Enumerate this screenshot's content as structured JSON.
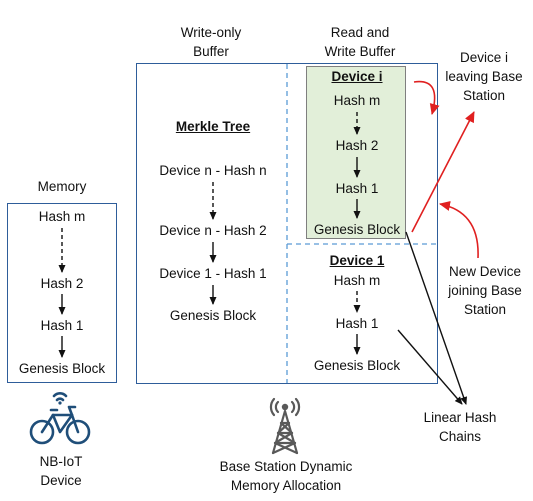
{
  "memory": {
    "label": "Memory",
    "chain": [
      "Hash m",
      "Hash 2",
      "Hash 1",
      "Genesis Block"
    ]
  },
  "device": {
    "label_line1": "NB-IoT",
    "label_line2": "Device",
    "icon": "bicycle-wifi-icon"
  },
  "base_station": {
    "label_line1": "Base Station Dynamic",
    "label_line2": "Memory Allocation",
    "icon": "cell-tower-icon",
    "write_only_buffer": {
      "label_line1": "Write-only",
      "label_line2": "Buffer",
      "merkle_tree": {
        "title": "Merkle Tree",
        "entries": [
          "Device n -  Hash n",
          "Device n -  Hash 2",
          "Device 1 -  Hash 1",
          "Genesis Block"
        ]
      }
    },
    "read_write_buffer": {
      "label_line1": "Read and",
      "label_line2": "Write Buffer",
      "device_i": {
        "title": "Device i",
        "chain": [
          "Hash m",
          "Hash 2",
          "Hash 1",
          "Genesis Block"
        ],
        "fill_color": "#e2efd9"
      },
      "device_1": {
        "title": "Device 1",
        "chain": [
          "Hash m",
          "Hash 1",
          "Genesis Block"
        ]
      }
    }
  },
  "annotations": {
    "leaving": [
      "Device i",
      "leaving Base",
      "Station"
    ],
    "joining": [
      "New Device",
      "joining Base",
      "Station"
    ],
    "linear": [
      "Linear Hash",
      "Chains"
    ]
  },
  "colors": {
    "frame": "#2e5d9a",
    "dashed": "#5b9bd5",
    "arrow_red": "#e02020"
  }
}
